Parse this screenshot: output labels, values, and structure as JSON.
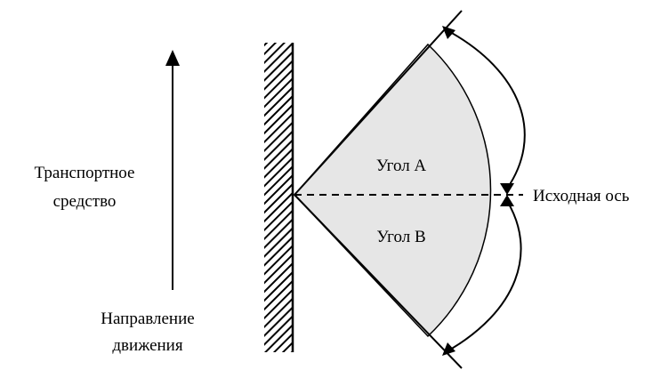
{
  "diagram": {
    "vehicle_label_line1": "Транспортное",
    "vehicle_label_line2": "средство",
    "direction_label_line1": "Направление",
    "direction_label_line2": "движения",
    "angle_a_label": "Угол А",
    "angle_b_label": "Угол В",
    "reference_axis_label": "Исходная ось"
  },
  "colors": {
    "sector_fill": "#e6e6e6",
    "stroke": "#000000",
    "background": "#ffffff"
  }
}
